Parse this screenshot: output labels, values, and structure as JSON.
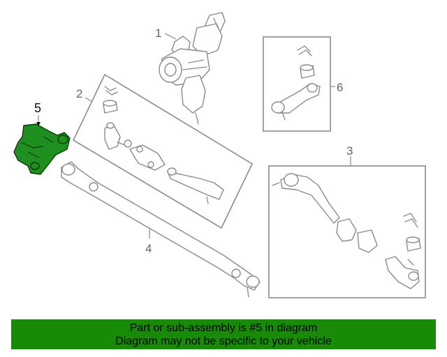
{
  "callouts": {
    "c1": "1",
    "c2": "2",
    "c3": "3",
    "c4": "4",
    "c5": "5",
    "c6": "6"
  },
  "highlighted_part": "5",
  "colors": {
    "highlight": "#1f8f1f",
    "banner": "#188a08",
    "line": "#8a8a8a"
  },
  "banner": {
    "line1": "Part or sub-assembly is #5 in diagram",
    "line2": "Diagram may not be specific to your vehicle"
  }
}
